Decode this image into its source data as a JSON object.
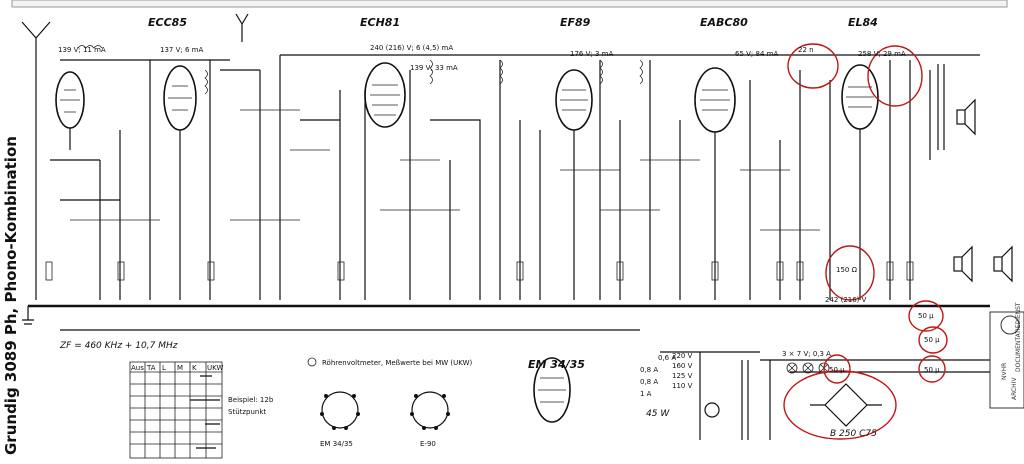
{
  "tubes": [
    {
      "label": "ECC85"
    },
    {
      "label": "ECH81"
    },
    {
      "label": "EF89"
    },
    {
      "label": "EABC80"
    },
    {
      "label": "EL84"
    },
    {
      "label": "EM 34/35"
    }
  ],
  "side_title": "Grundig 3089 Ph, Phono-Kombination",
  "if_note": "ZF = 460 KHz + 10,7 MHz",
  "meter_note": "Röhrenvoltmeter, Meßwerte bei MW (UKW)",
  "socket_labels": [
    "EM 34/35",
    "E-90"
  ],
  "switch_table": {
    "headers": [
      "Aus",
      "TA",
      "L",
      "M",
      "K",
      "UKW"
    ],
    "notes": [
      "Beispiel: 12b",
      "Stützpunkt"
    ]
  },
  "rectifier_label": "B 250 C75",
  "power_label": "45 W",
  "voltages": [
    "139 V; 11 mA",
    "137 V; 6 mA",
    "240 (216) V; 6 (4,5) mA",
    "139 V; 33 mA",
    "176 V; 3 mA",
    "65 V; 84 mA",
    "258 V; 29 mA",
    "242 (216) V"
  ],
  "mains": [
    "220 V",
    "160 V",
    "125 V",
    "110 V"
  ],
  "fuses": [
    "0,6 A",
    "0,8 A",
    "0,8 A",
    "1 A"
  ],
  "bulbs": "3 × 7 V; 0,3 A",
  "stamp_lines": [
    "ARCHIV",
    "NVHR",
    "DOCUMENTATIEDIENST"
  ],
  "annotations": [
    "22 n",
    "150 Ω",
    "50 µ",
    "50 µ",
    "50 µ",
    "50 µ"
  ]
}
